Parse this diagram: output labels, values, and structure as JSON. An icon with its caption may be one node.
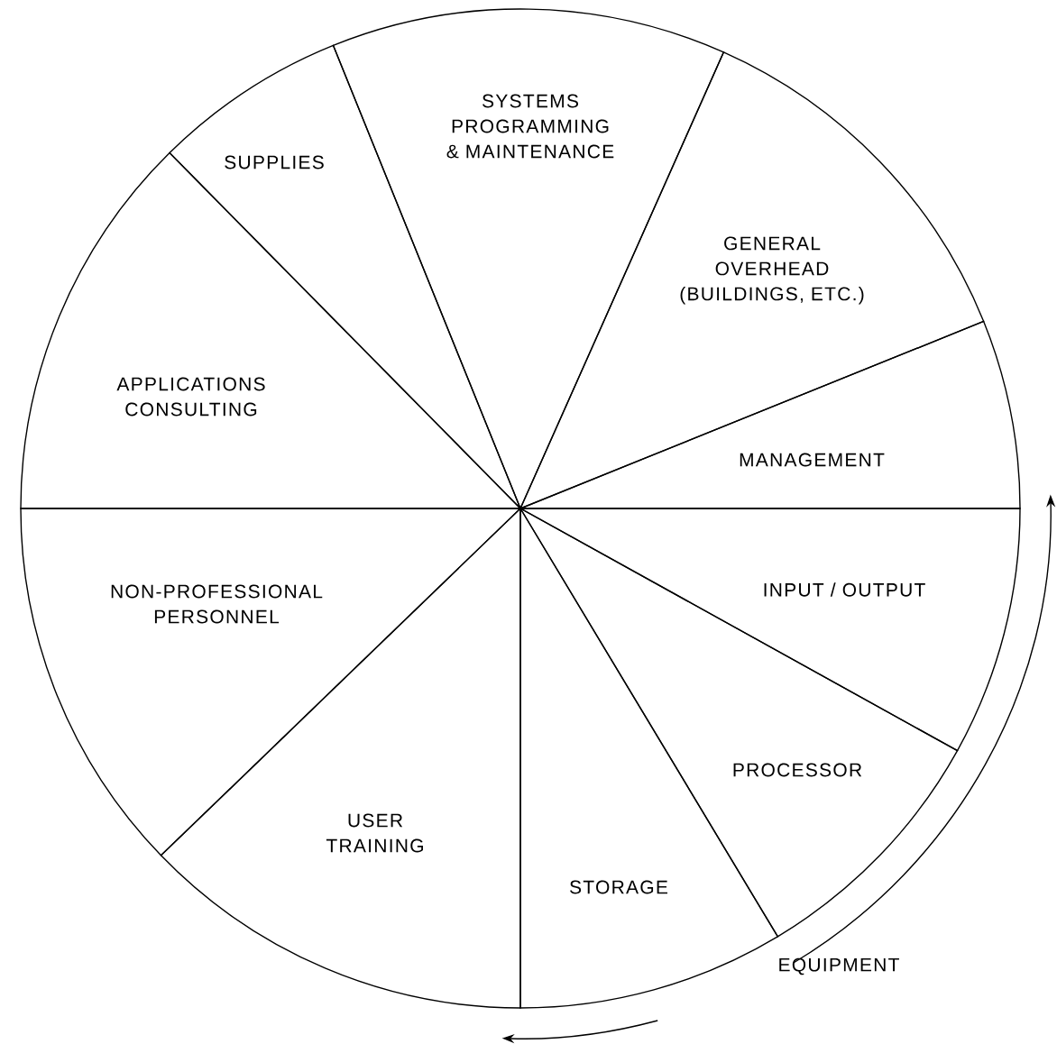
{
  "diagram": {
    "nodes": [
      {
        "text": [
          "SUPPLIES"
        ]
      },
      {
        "text": [
          "SYSTEMS PROGRAMMING & MAINTENANCE"
        ]
      },
      {
        "text": [
          "GENERAL OVERHEAD (BUILDINGS, ETC.)"
        ]
      },
      {
        "text": [
          "MANAGEMENT"
        ]
      },
      {
        "text": [
          "INPUT / OUTPUT"
        ]
      },
      {
        "text": [
          "PROCESSOR"
        ]
      },
      {
        "text": [
          "STORAGE"
        ]
      },
      {
        "text": [
          "USER TRAINING"
        ]
      },
      {
        "text": [
          "NON-PROFESSIONAL PERSONNEL"
        ]
      },
      {
        "text": [
          "APPLICATIONS CONSULTING"
        ]
      }
    ],
    "labels": [
      "EQUIPMENT"
    ]
  }
}
